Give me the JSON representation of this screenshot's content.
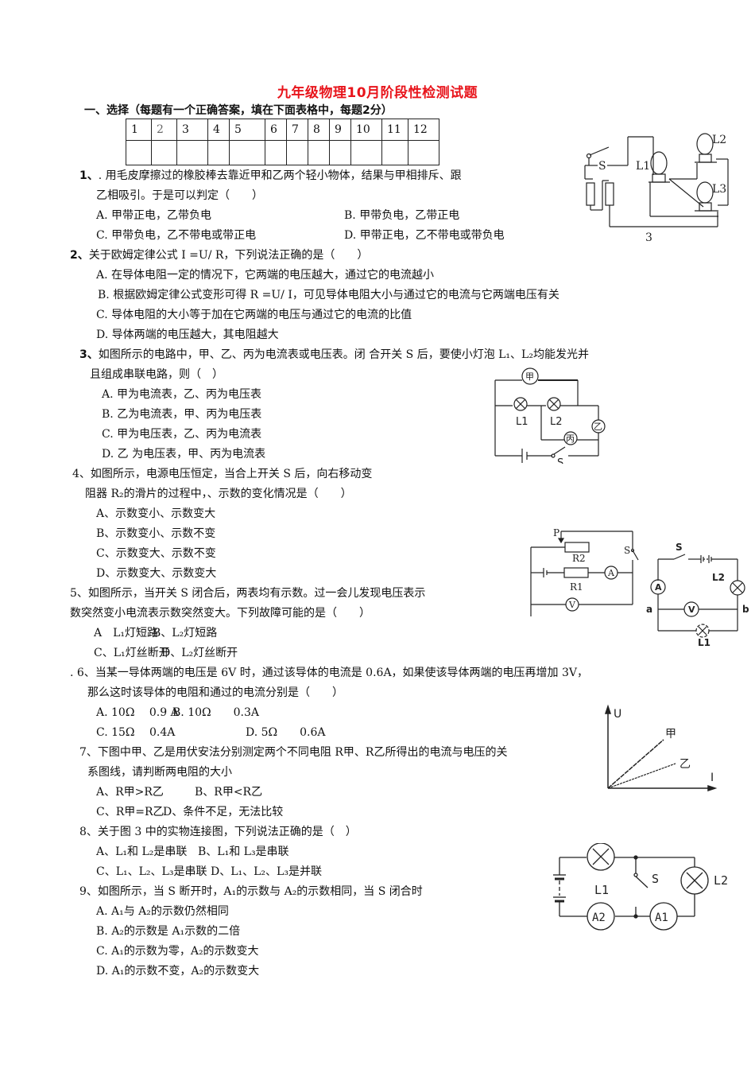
{
  "title": "九年级物理10月阶段性检测试题",
  "section": "一、选择（每题有一个正确答案，填在下面表格中，每题2分）",
  "answer_table": {
    "headers": [
      "1",
      "2",
      "3",
      "4",
      "5",
      "6",
      "7",
      "8",
      "9",
      "10",
      "11",
      "12"
    ],
    "blanks": [
      "",
      "",
      "",
      "",
      "",
      "",
      "",
      "",
      "",
      "",
      "",
      ""
    ]
  },
  "questions": [
    {
      "num": "1、",
      "stem": [
        ". 用毛皮摩擦过的橡胶棒去靠近甲和乙两个轻小物体，结果与甲相排斥、跟",
        "乙相吸引。于是可以判定（　　）"
      ],
      "options": [
        "A. 甲带正电，乙带负电",
        "B. 甲带负电，乙带正电",
        "C. 甲带负电，乙不带电或带正电",
        "D. 甲带正电，乙不带电或带负电"
      ]
    },
    {
      "num": "2、",
      "stem": [
        "关于欧姆定律公式 I =U/ R，下列说法正确的是（　　）"
      ],
      "options": [
        "A. 在导体电阻一定的情况下，它两端的电压越大，通过它的电流越小",
        "B. 根据欧姆定律公式变形可得 R =U/ I，可见导体电阻大小与通过它的电流与它两端电压有关",
        "C. 导体电阻的大小等于加在它两端的电压与通过它的电流的比值",
        "D. 导体两端的电压越大，其电阻越大"
      ]
    },
    {
      "num": "3、",
      "stem": [
        "如图所示的电路中，甲、乙、丙为电流表或电压表。闭 合开关 S 后，要使小灯泡 L₁、L₂均能发光并",
        "且组成串联电路，则（　）"
      ],
      "options": [
        "A. 甲为电流表，乙、丙为电压表",
        "B. 乙为电流表，甲、丙为电压表",
        "C. 甲为电压表，乙、丙为电流表",
        "D. 乙 为电压表，甲、丙为电流表"
      ]
    },
    {
      "num": "4、",
      "stem": [
        "如图所示，电源电压恒定，当合上开关 S 后，向右移动变",
        "阻器 R₂的滑片的过程中，、示数的变化情况是（　　）"
      ],
      "options": [
        "A、示数变小、示数变大",
        "B、示数变小、示数不变",
        "C、示数变大、示数不变",
        "D、示数变大、示数变大"
      ]
    },
    {
      "num": "5、",
      "stem": [
        "如图所示，当开关 S 闭合后，两表均有示数。过一会儿发现电压表示",
        "数突然变小电流表示数突然变大。下列故障可能的是（　　）"
      ],
      "options": [
        "A　L₁灯短路",
        "B、L₂灯短路",
        "C、L₁灯丝断开",
        "D、L₂灯丝断开"
      ]
    },
    {
      "num": ". 6、",
      "stem": [
        "当某一导体两端的电压是 6V 时，通过该导体的电流是 0.6A，如果使该导体两端的电压再增加 3V，",
        "那么这时该导体的电阻和通过的电流分别是（　　）"
      ],
      "options": [
        "A. 10Ω　 0.9 A",
        "B. 10Ω　　0.3A",
        "C. 15Ω　 0.4A",
        "D. 5Ω　　0.6A"
      ]
    },
    {
      "num": "7、",
      "stem": [
        "下图中甲、乙是用伏安法分别测定两个不同电阻 R甲、R乙所得出的电流与电压的关",
        "系图线，请判断两电阻的大小"
      ],
      "options": [
        "A、R甲>R乙",
        "B、R甲<R乙",
        "C、R甲=R乙",
        "D、条件不足，无法比较"
      ]
    },
    {
      "num": "8、",
      "stem": [
        "关于图 3 中的实物连接图，下列说法正确的是（　）"
      ],
      "options": [
        "A、L₁和 L₂是串联",
        "B、L₁和 L₃是串联",
        "C、L₁、L₂、L₃是串联",
        "D、L₁、L₂、L₃是并联"
      ]
    },
    {
      "num": "9、",
      "stem": [
        "如图所示，当 S 断开时，A₁的示数与 A₂的示数相同，当 S 闭合时"
      ],
      "options": [
        "A. A₁与 A₂的示数仍然相同",
        "B. A₂的示数是 A₁示数的二倍",
        "C. A₁的示数为零，A₂的示数变大",
        "D. A₁的示数不变，A₂的示数变大"
      ]
    }
  ],
  "figures": {
    "fig3": {
      "caption": "3",
      "labels": {
        "switch": "S",
        "l1": "L1",
        "l2": "L2",
        "l3": "L3"
      }
    },
    "q3": {
      "labels": {
        "jia": "甲",
        "yi": "乙",
        "bing": "丙",
        "l1": "L1",
        "l2": "L2",
        "s": "S"
      }
    },
    "q4": {
      "labels": {
        "p": "P",
        "r2": "R2",
        "r1": "R1",
        "a": "A",
        "v": "V",
        "s": "S"
      }
    },
    "q5": {
      "labels": {
        "s": "S",
        "a": "A",
        "v": "V",
        "l1": "L1",
        "l2": "L2",
        "pa": "a",
        "pb": "b"
      }
    },
    "q7": {
      "labels": {
        "y": "U",
        "x": "I",
        "jia": "甲",
        "yi": "乙"
      }
    },
    "q9": {
      "labels": {
        "l1": "L1",
        "l2": "L2",
        "s": "S",
        "a1": "A1",
        "a2": "A2"
      }
    }
  }
}
